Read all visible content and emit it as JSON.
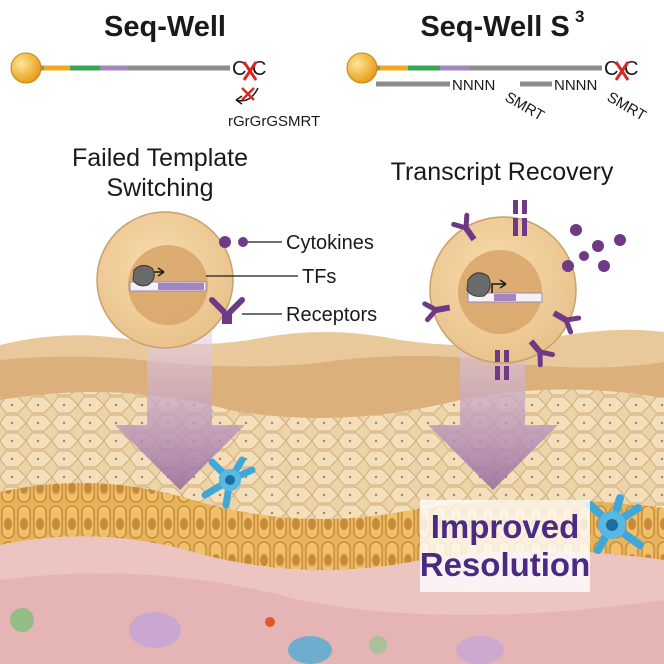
{
  "left": {
    "title": "Seq-Well",
    "subtitle_line1": "Failed Template",
    "subtitle_line2": "Switching",
    "nucleotide_end": "C  C",
    "oligo": "rGrGrGSMRT"
  },
  "right": {
    "title": "Seq-Well S",
    "title_superscript": "3",
    "subtitle": "Transcript Recovery",
    "nucleotide_end": "C  C",
    "primer_1_n": "NNNN",
    "primer_1_tag": "SMRT",
    "primer_2_n": "NNNN",
    "primer_2_tag": "SMRT"
  },
  "labels": {
    "cytokines": "Cytokines",
    "tfs": "TFs",
    "receptors": "Receptors"
  },
  "result": {
    "line1": "Improved",
    "line2": "Resolution"
  },
  "colors": {
    "bead": "#f0a81c",
    "cell": "#f0cf9a",
    "nucleus": "#d7a468",
    "purple": "#6e3a86",
    "green": "#3aa457",
    "arrow": "#bca0bd",
    "red_cross": "#d42a25",
    "result_text": "#4b2a84"
  }
}
